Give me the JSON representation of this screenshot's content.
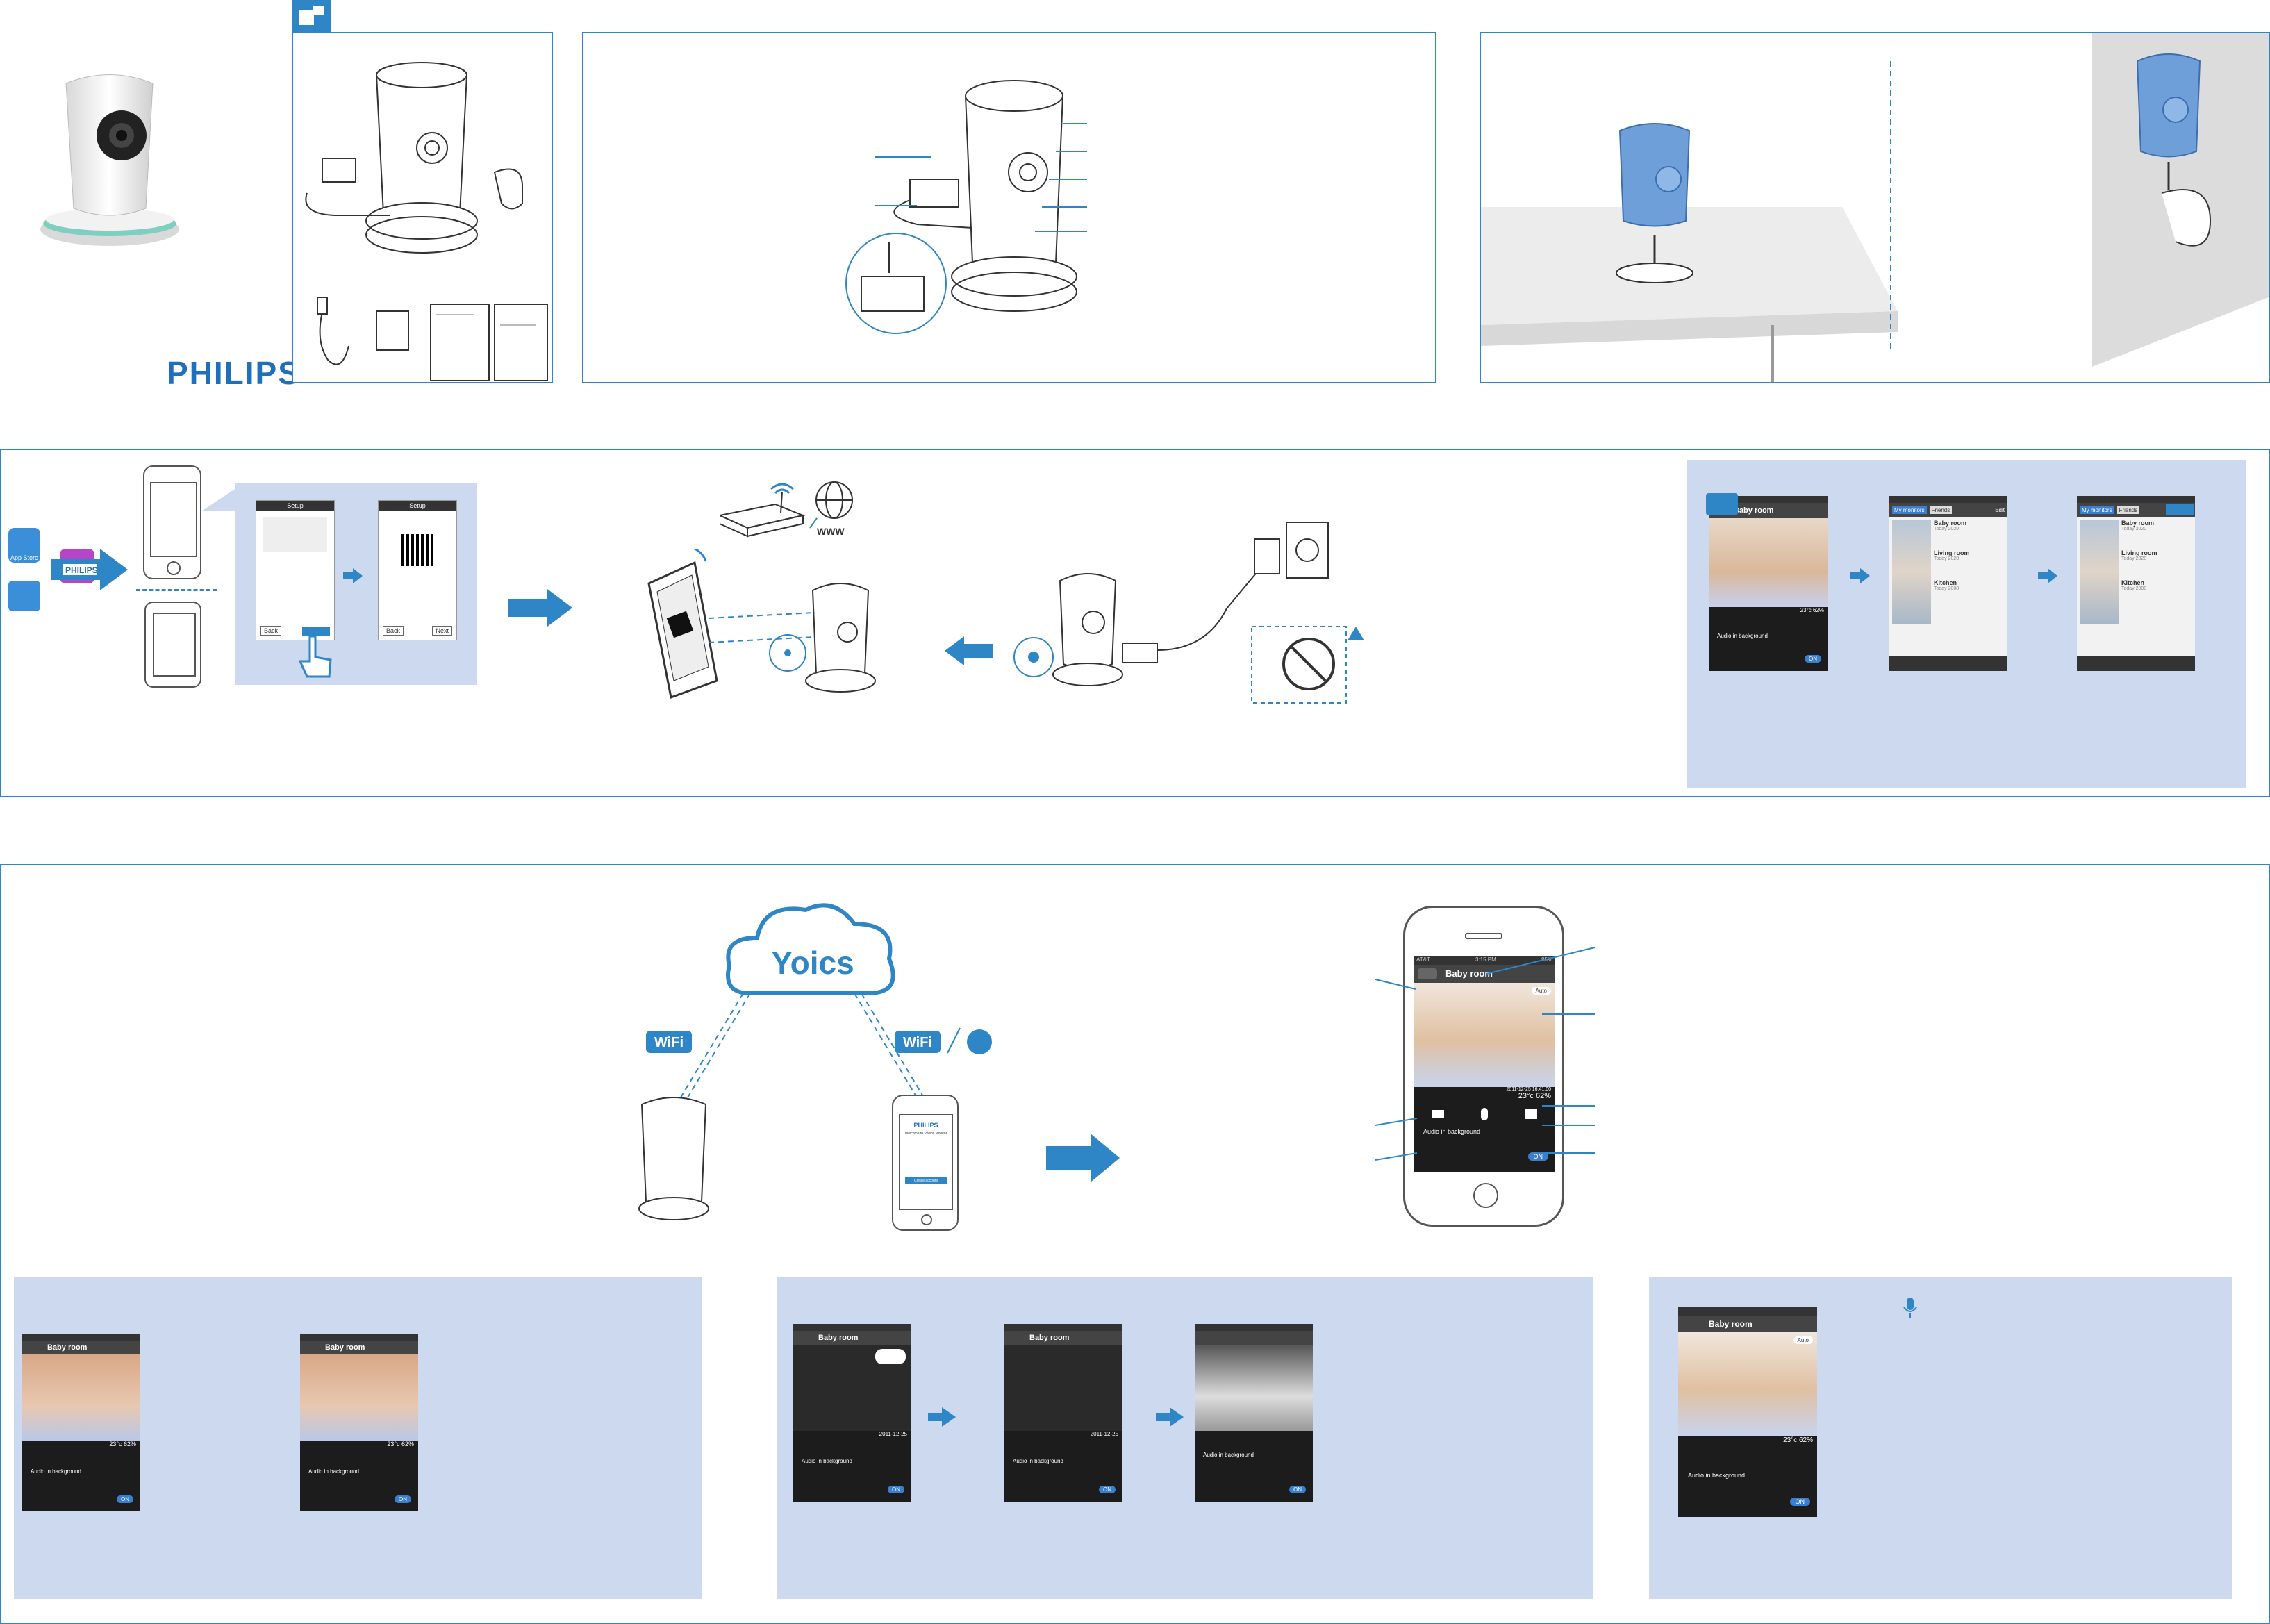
{
  "brand": "PHILIPS",
  "app": {
    "room": "Baby room",
    "carrier": "AT&T",
    "time": "3:15 PM",
    "battery": "85%",
    "date": "2011-12-25",
    "clock": "16:41:00",
    "temp": "23°c",
    "humidity": "62%",
    "audio_label": "Audio in background",
    "on_label": "ON",
    "auto_label": "Auto"
  },
  "setup": {
    "back": "Back",
    "next": "Next",
    "setup_title": "Setup",
    "app_store": "App Store"
  },
  "list_screens": {
    "tabs": [
      "My monitors",
      "Friends"
    ],
    "edit": "Edit",
    "rooms": [
      {
        "name": "Baby room",
        "sub": "Today 2020"
      },
      {
        "name": "Living room",
        "sub": "Today 2028"
      },
      {
        "name": "Kitchen",
        "sub": "Today 2008"
      }
    ],
    "readings": [
      "23°c",
      "62%"
    ]
  },
  "cloud": {
    "name": "Yoics"
  },
  "wifi": {
    "label": "WiFi"
  },
  "web": {
    "label": "WWW"
  },
  "welcome_phone": {
    "brand": "PHILIPS",
    "title": "Welcome to Philips Monitor",
    "button": "Create account"
  }
}
